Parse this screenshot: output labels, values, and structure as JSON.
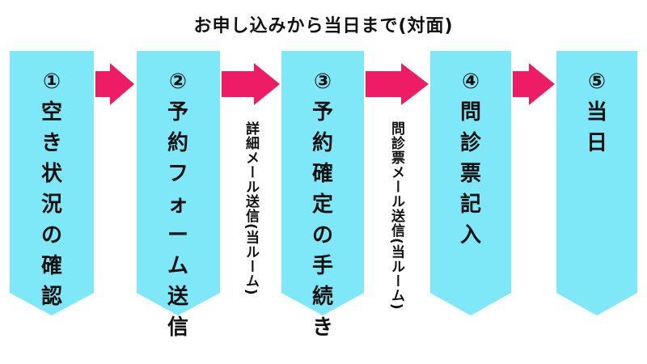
{
  "title": "お申し込みから当日まで(対面)",
  "colors": {
    "step_fill": "#7fe8f8",
    "arrow_fill": "#ee1c64",
    "text": "#111111"
  },
  "steps": [
    {
      "number": "①",
      "label": "空き状況の確認"
    },
    {
      "number": "②",
      "label": "予約フォーム送信"
    },
    {
      "number": "③",
      "label": "予約確定の手続き"
    },
    {
      "number": "④",
      "label": "問診票記入"
    },
    {
      "number": "⑤",
      "label": "当日"
    }
  ],
  "notes": [
    {
      "text": "詳細メール送信(当ルーム)"
    },
    {
      "text": "問診票メール送信(当ルーム)"
    }
  ]
}
